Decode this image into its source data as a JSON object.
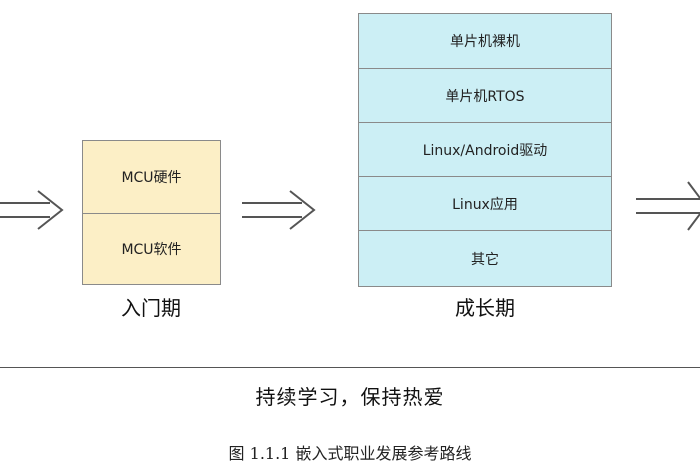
{
  "colors": {
    "entry_fill": "#fcefc6",
    "growth_fill": "#cceff5",
    "border": "#8a8a8a",
    "arrow": "#555555"
  },
  "icons": {
    "arrow": "right-double-arrow-icon"
  },
  "stages": {
    "entry": {
      "label": "入门期",
      "items": [
        "MCU硬件",
        "MCU软件"
      ]
    },
    "growth": {
      "label": "成长期",
      "items": [
        "单片机裸机",
        "单片机RTOS",
        "Linux/Android驱动",
        "Linux应用",
        "其它"
      ]
    }
  },
  "motto": "持续学习，保持热爱",
  "caption": "图 1.1.1 嵌入式职业发展参考路线"
}
